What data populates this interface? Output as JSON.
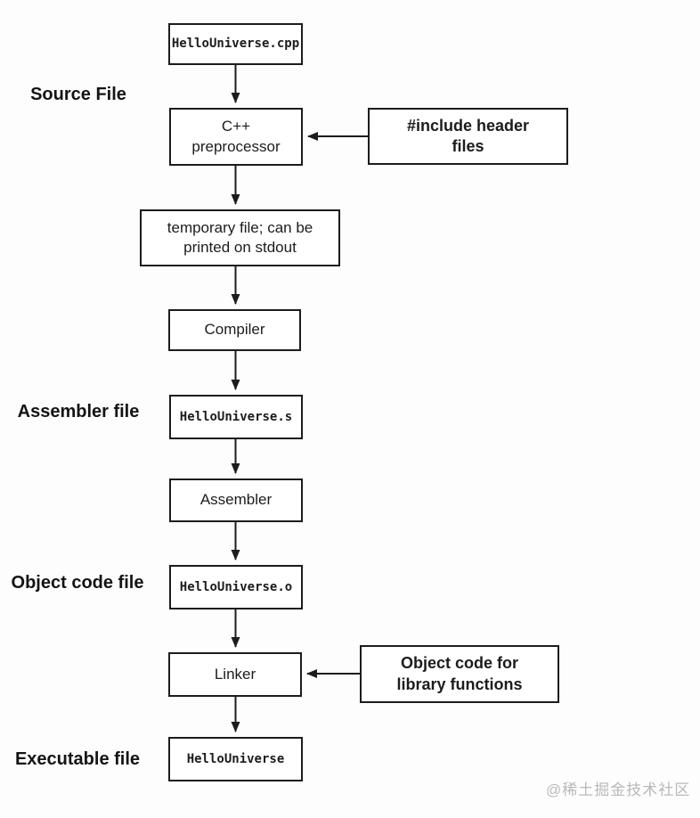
{
  "diagram": {
    "boxes": {
      "source_file": "HelloUniverse.cpp",
      "preprocessor": "C++ preprocessor",
      "include_header": "#include header files",
      "temp_file": "temporary file; can be printed on stdout",
      "compiler": "Compiler",
      "assembler_file": "HelloUniverse.s",
      "assembler": "Assembler",
      "object_file": "HelloUniverse.o",
      "linker": "Linker",
      "library_objects": "Object code for library functions",
      "executable": "HelloUniverse"
    },
    "side_labels": {
      "source": "Source File",
      "assembler": "Assembler file",
      "object": "Object code file",
      "executable": "Executable file"
    },
    "watermark": "@稀土掘金技术社区",
    "colors": {
      "border": "#1c1c1c",
      "background": "#fdfdfd",
      "watermark": "#b9b9b9"
    }
  }
}
